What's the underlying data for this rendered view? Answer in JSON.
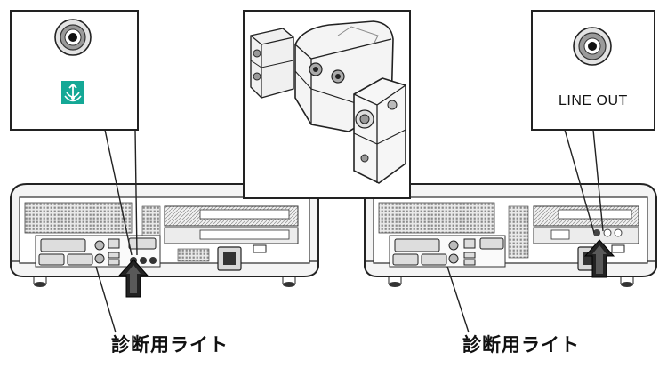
{
  "callouts": {
    "left_label": "診断用ライト",
    "right_label": "診断用ライト"
  },
  "insets": {
    "right_port_label": "LINE OUT"
  },
  "icons": {
    "left_jack_symbol": "audio-out-icon",
    "accent_teal": "#14a896"
  }
}
